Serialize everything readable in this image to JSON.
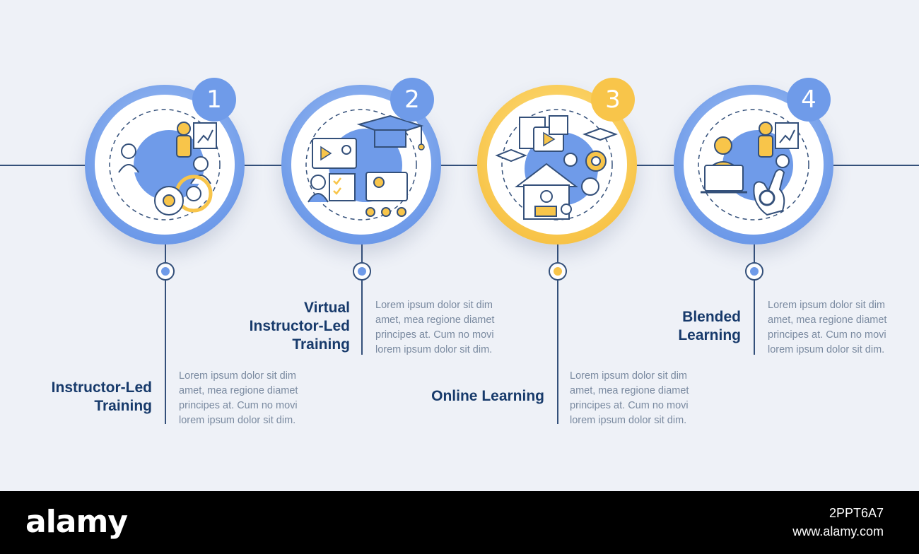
{
  "steps": [
    {
      "number": "1",
      "title": "Instructor-Led\nTraining",
      "description": "Lorem ipsum dolor sit dim amet, mea regione diamet principes at. Cum no movi lorem ipsum dolor sit dim.",
      "accent": "#6f9be9",
      "icon": "classroom-training-icon"
    },
    {
      "number": "2",
      "title": "Virtual\nInstructor-Led\nTraining",
      "description": "Lorem ipsum dolor sit dim amet, mea regione diamet principes at. Cum no movi lorem ipsum dolor sit dim.",
      "accent": "#6f9be9",
      "icon": "virtual-classroom-icon"
    },
    {
      "number": "3",
      "title": "Online Learning",
      "description": "Lorem ipsum dolor sit dim amet, mea regione diamet principes at. Cum no movi lorem ipsum dolor sit dim.",
      "accent": "#f8c54a",
      "icon": "online-learning-icon"
    },
    {
      "number": "4",
      "title": "Blended\nLearning",
      "description": "Lorem ipsum dolor sit dim amet, mea regione diamet principes at. Cum no movi lorem ipsum dolor sit dim.",
      "accent": "#6f9be9",
      "icon": "blended-learning-icon"
    }
  ],
  "footer": {
    "logo": "alamy",
    "image_id": "2PPT6A7",
    "url": "www.alamy.com"
  },
  "colors": {
    "line": "#34507a",
    "title": "#173a6b",
    "text": "#7a8aa0",
    "background": "#eef1f7"
  }
}
